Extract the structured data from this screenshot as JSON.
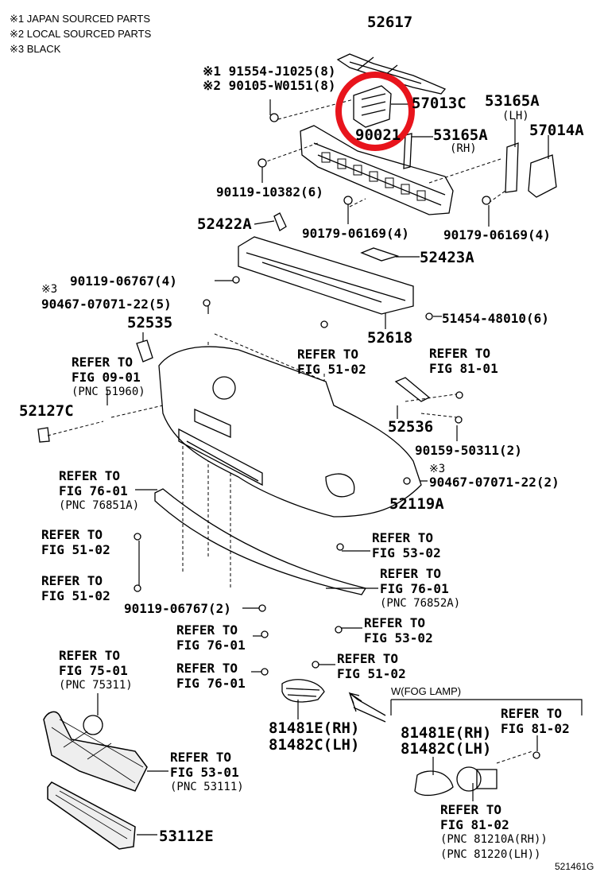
{
  "notes": [
    "※1 JAPAN SOURCED PARTS",
    "※2 LOCAL SOURCED PARTS",
    "※3 BLACK"
  ],
  "highlight_color": "#e8141c",
  "parts": {
    "p52617": "52617",
    "p91554": "※1 91554-J1025(8)",
    "p90105": "※2 90105-W0151(8)",
    "p57013C": "57013C",
    "p53165A_lh": "53165A",
    "lh": "(LH)",
    "p90021": "90021",
    "p53165A_rh": "53165A",
    "rh": "(RH)",
    "p57014A": "57014A",
    "p90119_10382": "90119-10382(6)",
    "p52422A": "52422A",
    "p90179_a": "90179-06169(4)",
    "p90179_b": "90179-06169(4)",
    "p52423A": "52423A",
    "p90119_06767_4": "90119-06767(4)",
    "mark3_a": "※3",
    "p90467_5": "90467-07071-22(5)",
    "p52535": "52535",
    "p52618": "52618",
    "p51454": "51454-48010(6)",
    "p52127C": "52127C",
    "p52536": "52536",
    "p90159": "90159-50311(2)",
    "mark3_b": "※3",
    "p90467_2": "90467-07071-22(2)",
    "p52119A": "52119A",
    "p90119_06767_2": "90119-06767(2)",
    "fog_lamp": "W(FOG LAMP)",
    "p81481E_a": "81481E(RH)",
    "p81482C_a": "81482C(LH)",
    "p81481E_b": "81481E(RH)",
    "p81482C_b": "81482C(LH)",
    "p53112E": "53112E",
    "figure_id": "521461G"
  },
  "refer": {
    "r1": [
      "REFER TO",
      "FIG 51-02"
    ],
    "r2": [
      "REFER TO",
      "FIG 81-01"
    ],
    "r3": [
      "REFER TO",
      "FIG 09-01",
      "(PNC 51960)"
    ],
    "r4": [
      "REFER TO",
      "FIG 76-01",
      "(PNC 76851A)"
    ],
    "r5": [
      "REFER TO",
      "FIG 51-02"
    ],
    "r6": [
      "REFER TO",
      "FIG 53-02"
    ],
    "r7": [
      "REFER TO",
      "FIG 76-01",
      "(PNC 76852A)"
    ],
    "r8": [
      "REFER TO",
      "FIG 51-02"
    ],
    "r9": [
      "REFER TO",
      "FIG 53-02"
    ],
    "r10": [
      "REFER TO",
      "FIG 76-01"
    ],
    "r11": [
      "REFER TO",
      "FIG 75-01",
      "(PNC 75311)"
    ],
    "r12": [
      "REFER TO",
      "FIG 51-02"
    ],
    "r13": [
      "REFER TO",
      "FIG 76-01"
    ],
    "r14": [
      "REFER TO",
      "FIG 81-02"
    ],
    "r15": [
      "REFER TO",
      "FIG 53-01",
      "(PNC 53111)"
    ],
    "r16": [
      "REFER TO",
      "FIG 81-02",
      "(PNC 81210A(RH))",
      "(PNC 81220(LH))"
    ]
  }
}
